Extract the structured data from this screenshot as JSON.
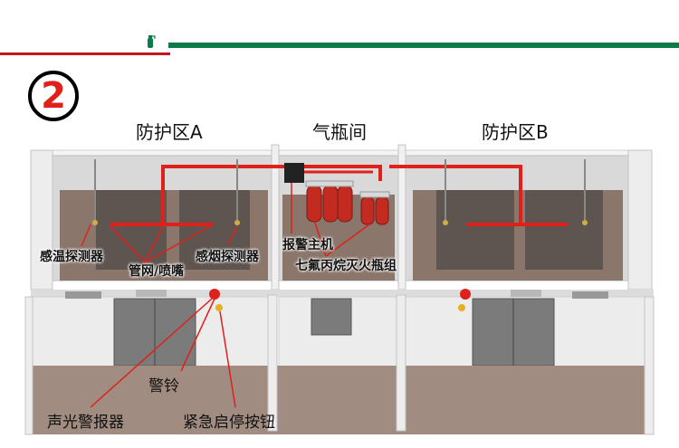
{
  "step_number": "2",
  "zones": {
    "a": "防护区A",
    "gas_room": "气瓶间",
    "b": "防护区B"
  },
  "labels": {
    "temp_detector": "感温探测器",
    "pipe_nozzle": "管网/喷嘴",
    "smoke_detector": "感烟探测器",
    "alarm_host": "报警主机",
    "cylinder_group": "七氟丙烷灭火瓶组",
    "alarm_bell": "警铃",
    "sound_light_alarm": "声光警报器",
    "emergency_button": "紧急启停按钮"
  },
  "colors": {
    "accent_red": "#c4161c",
    "accent_green": "#0d7a4a",
    "pipe_red": "#e0201a",
    "floor": "#a08c80",
    "wall": "#ececec",
    "equipment": "#6b5f58"
  },
  "icons": {
    "header": "fire-extinguisher-icon"
  }
}
